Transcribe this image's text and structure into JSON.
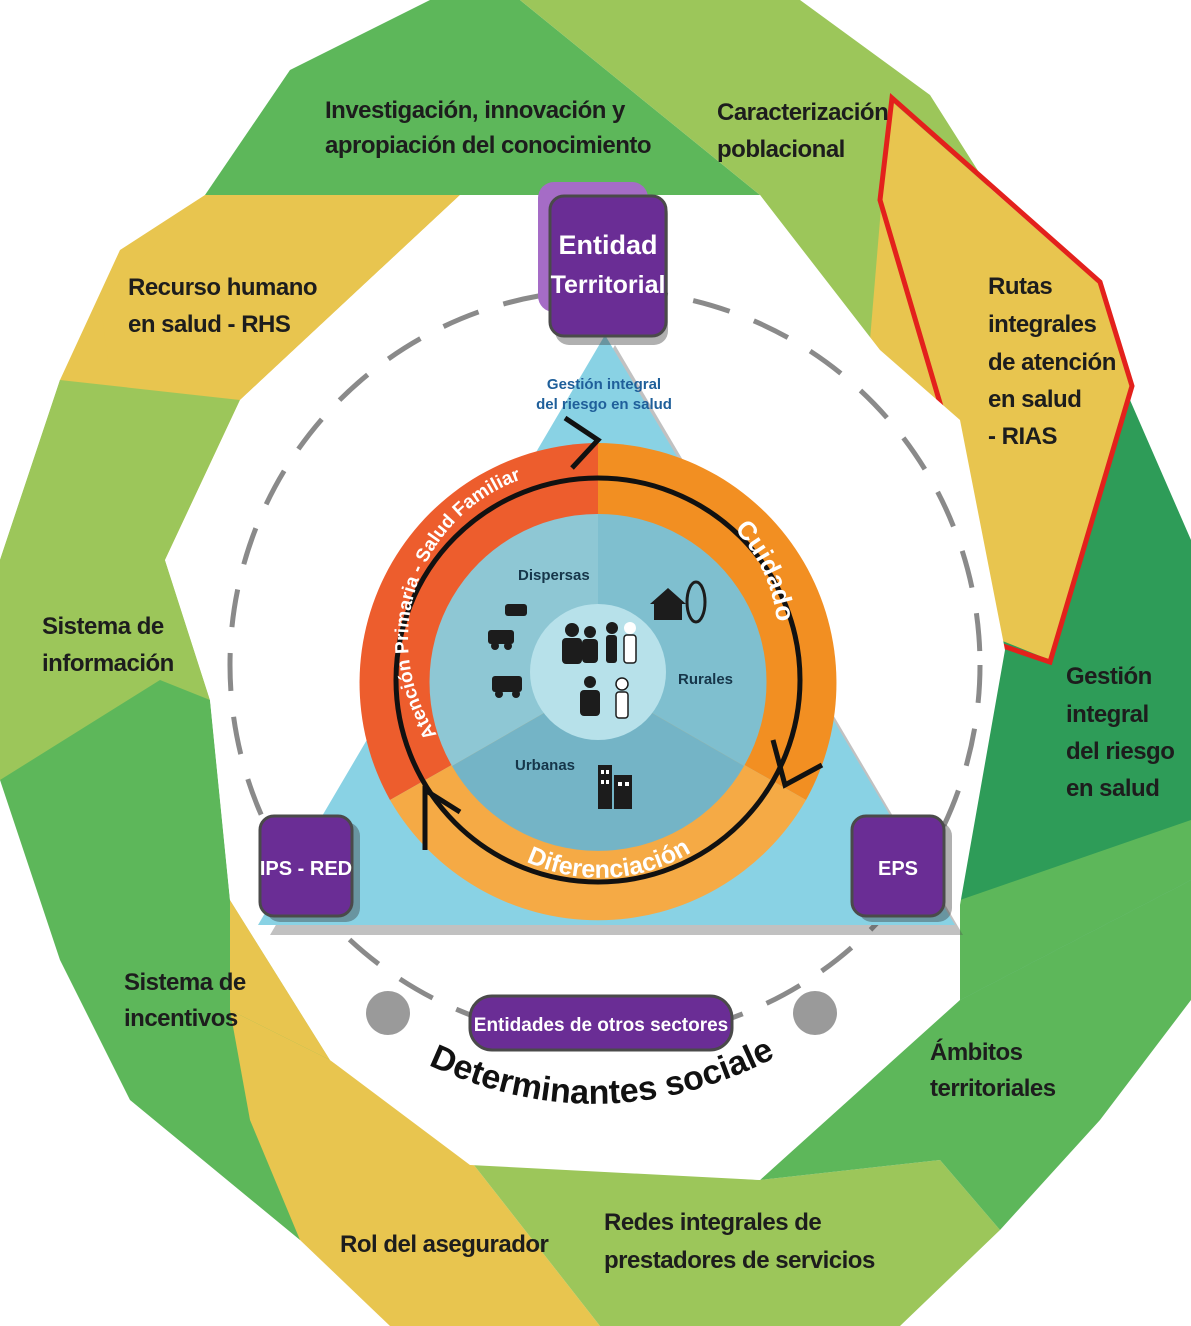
{
  "outer_ring": {
    "investigacion": [
      "Investigación, innovación y",
      "apropiación del conocimiento"
    ],
    "caracterizacion": [
      "Caracterización",
      "poblacional"
    ],
    "rias": [
      "Rutas",
      "integrales",
      "de atención",
      "en salud",
      "- RIAS"
    ],
    "gestion_riesgo": [
      "Gestión",
      "integral",
      "del riesgo",
      "en salud"
    ],
    "ambitos": [
      "Ámbitos",
      "territoriales"
    ],
    "redes": [
      "Redes integrales de",
      "prestadores de servicios"
    ],
    "rol_asegurador": [
      "Rol del asegurador"
    ],
    "incentivos": [
      "Sistema de",
      "incentivos"
    ],
    "informacion": [
      "Sistema de",
      "información"
    ],
    "recurso_humano": [
      "Recurso humano",
      "en salud - RHS"
    ]
  },
  "nodes": {
    "entidad_territorial": [
      "Entidad",
      "Territorial"
    ],
    "ips_red": "IPS - RED",
    "eps": "EPS",
    "otros_sectores": "Entidades de otros sectores"
  },
  "triangle": {
    "gestion_label": [
      "Gestión integral",
      "del riesgo en salud"
    ]
  },
  "wheel": {
    "atencion_primaria": "Atención Primaria - Salud Familiar",
    "cuidado": "Cuidado",
    "diferenciacion": "Diferenciación",
    "dispersas": "Dispersas",
    "rurales": "Rurales",
    "urbanas": "Urbanas"
  },
  "determinantes": "Determinantes sociales",
  "colors": {
    "green_light": "#9cc65a",
    "green_mid": "#5db75a",
    "green_dark": "#2e9c58",
    "yellow": "#e8c54f",
    "purple": "#6a2d95",
    "triangle": "#89d2e4",
    "orange_dark": "#ed5d2d",
    "orange": "#f28f22",
    "orange_light": "#f5aa45",
    "red_outline": "#e3211c"
  },
  "icons": [
    "family-icon",
    "house-icon",
    "buildings-icon",
    "car-icon"
  ]
}
